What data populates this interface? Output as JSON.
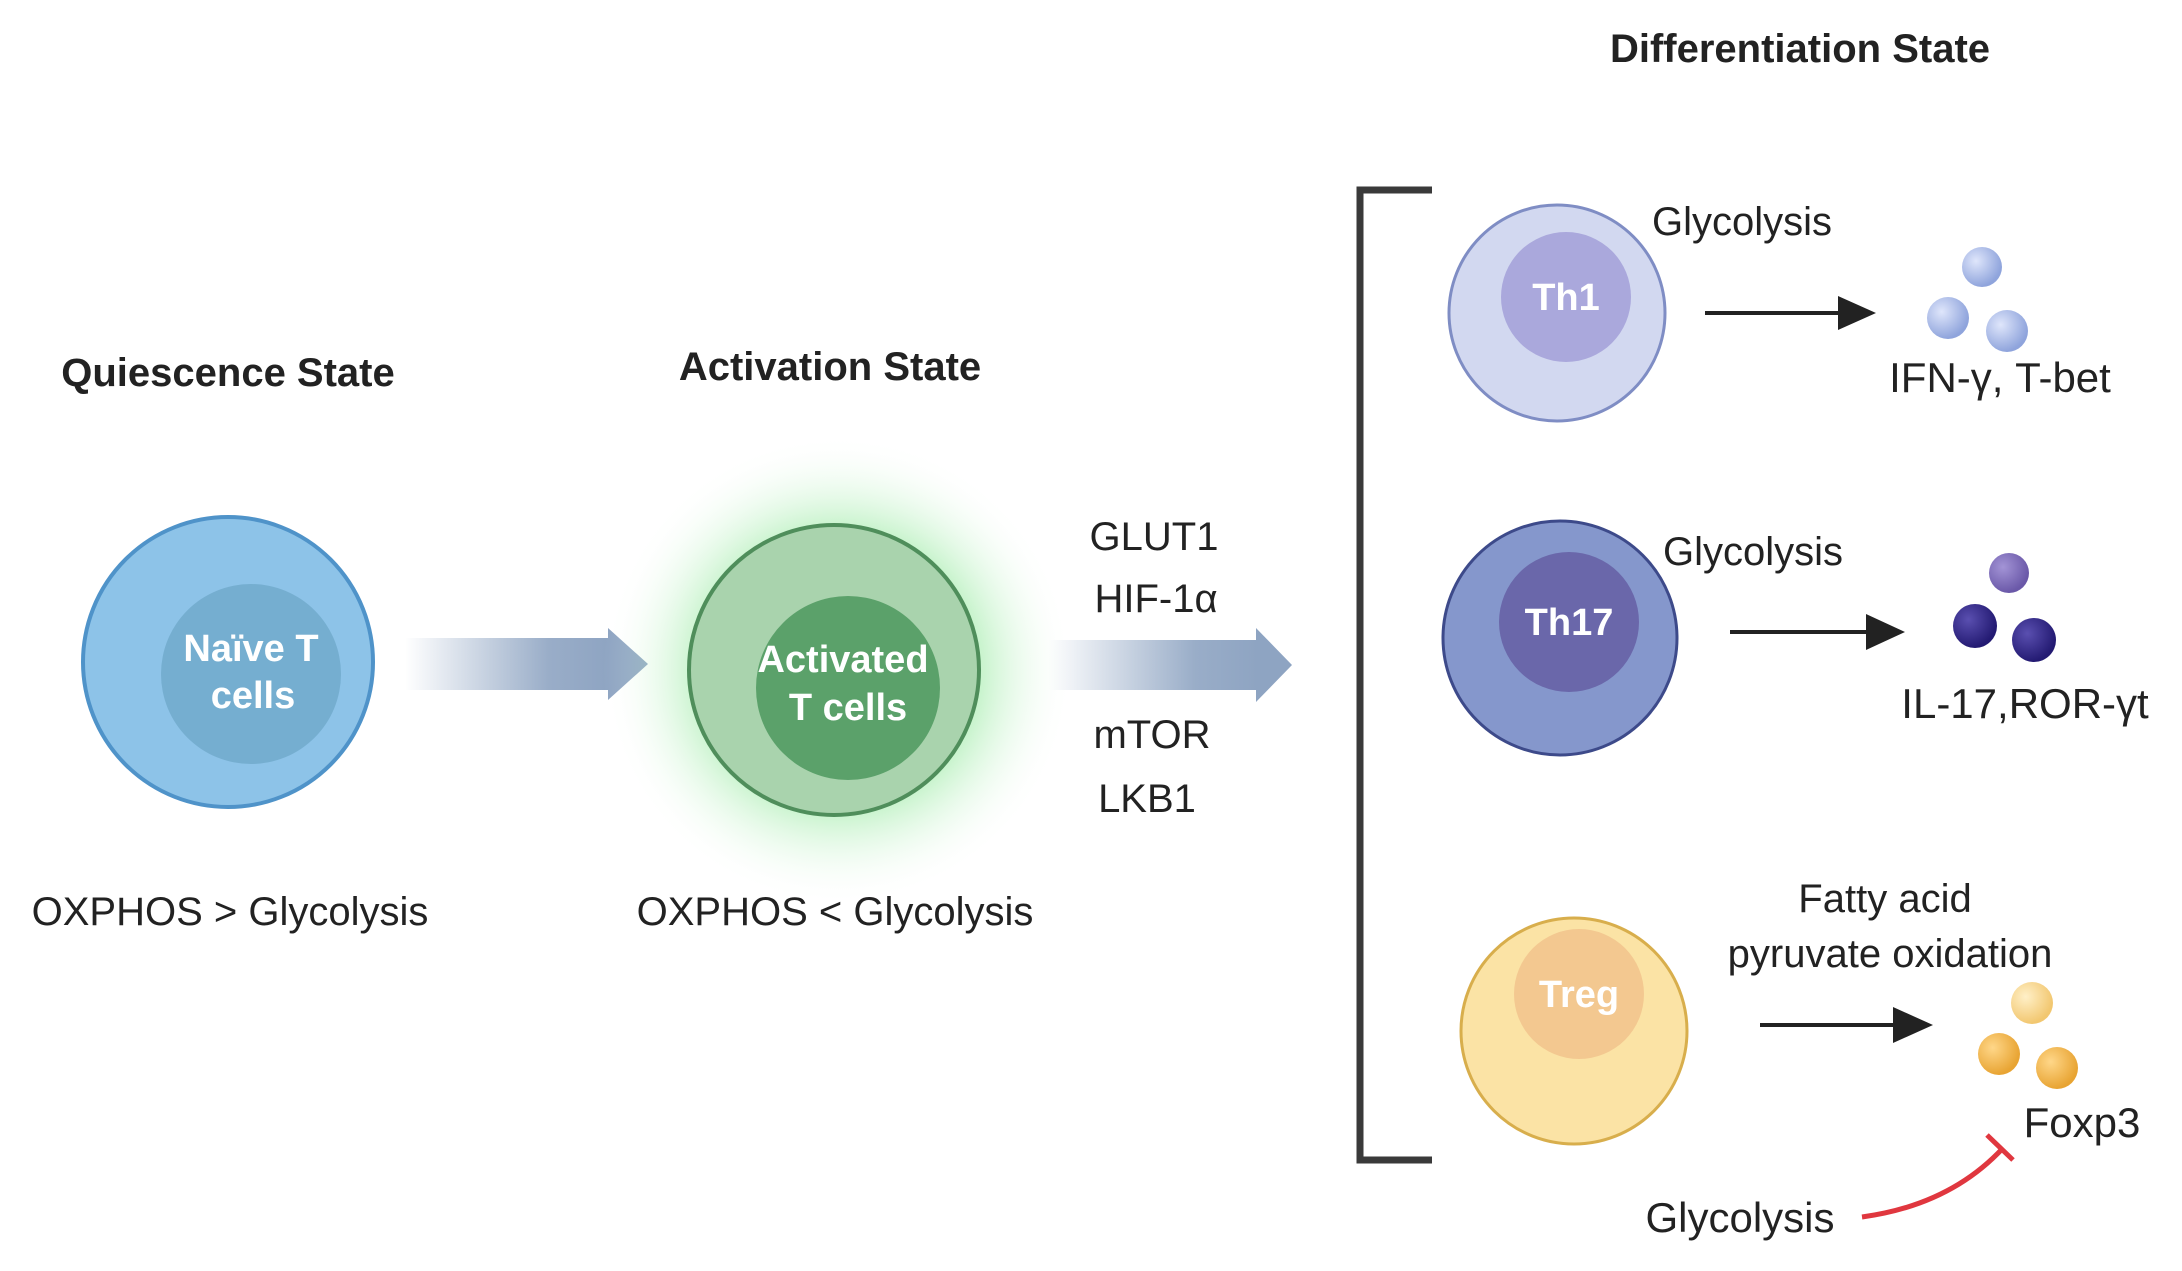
{
  "states": {
    "quiescence": "Quiescence State",
    "activation": "Activation State",
    "differentiation": "Differentiation State"
  },
  "cells": {
    "naive": {
      "line1": "Naïve T",
      "line2": "cells"
    },
    "activated": {
      "line1": "Activated",
      "line2": "T cells"
    },
    "th1": "Th1",
    "th17": "Th17",
    "treg": "Treg"
  },
  "metabolism": {
    "quiescence": "OXPHOS > Glycolysis",
    "activation": "OXPHOS < Glycolysis"
  },
  "regulators": [
    "GLUT1",
    "HIF-1α",
    "mTOR",
    "LKB1"
  ],
  "branches": {
    "th1": {
      "metabolism": "Glycolysis",
      "products": "IFN-γ, T-bet"
    },
    "th17": {
      "metabolism": "Glycolysis",
      "products": "IL-17,ROR-γt"
    },
    "treg": {
      "metabolism_line1": "Fatty acid",
      "metabolism_line2": "pyruvate oxidation",
      "products": "Foxp3",
      "inhibitor": "Glycolysis"
    }
  },
  "colors": {
    "naive_outer": "#8dc3e8",
    "naive_inner": "#75aed0",
    "activated_outer": "#a9d3ad",
    "activated_inner": "#5ba16a",
    "glow": "#5fdc6c",
    "th1_outer": "#d2d8f0",
    "th1_inner": "#aaa8dc",
    "th17_outer": "#8597cc",
    "th17_inner": "#6a67aa",
    "treg_outer": "#fbe3a5",
    "treg_inner": "#f3c890",
    "arrow_band": "#8ea4c2",
    "inhibit": "#e0373f"
  }
}
